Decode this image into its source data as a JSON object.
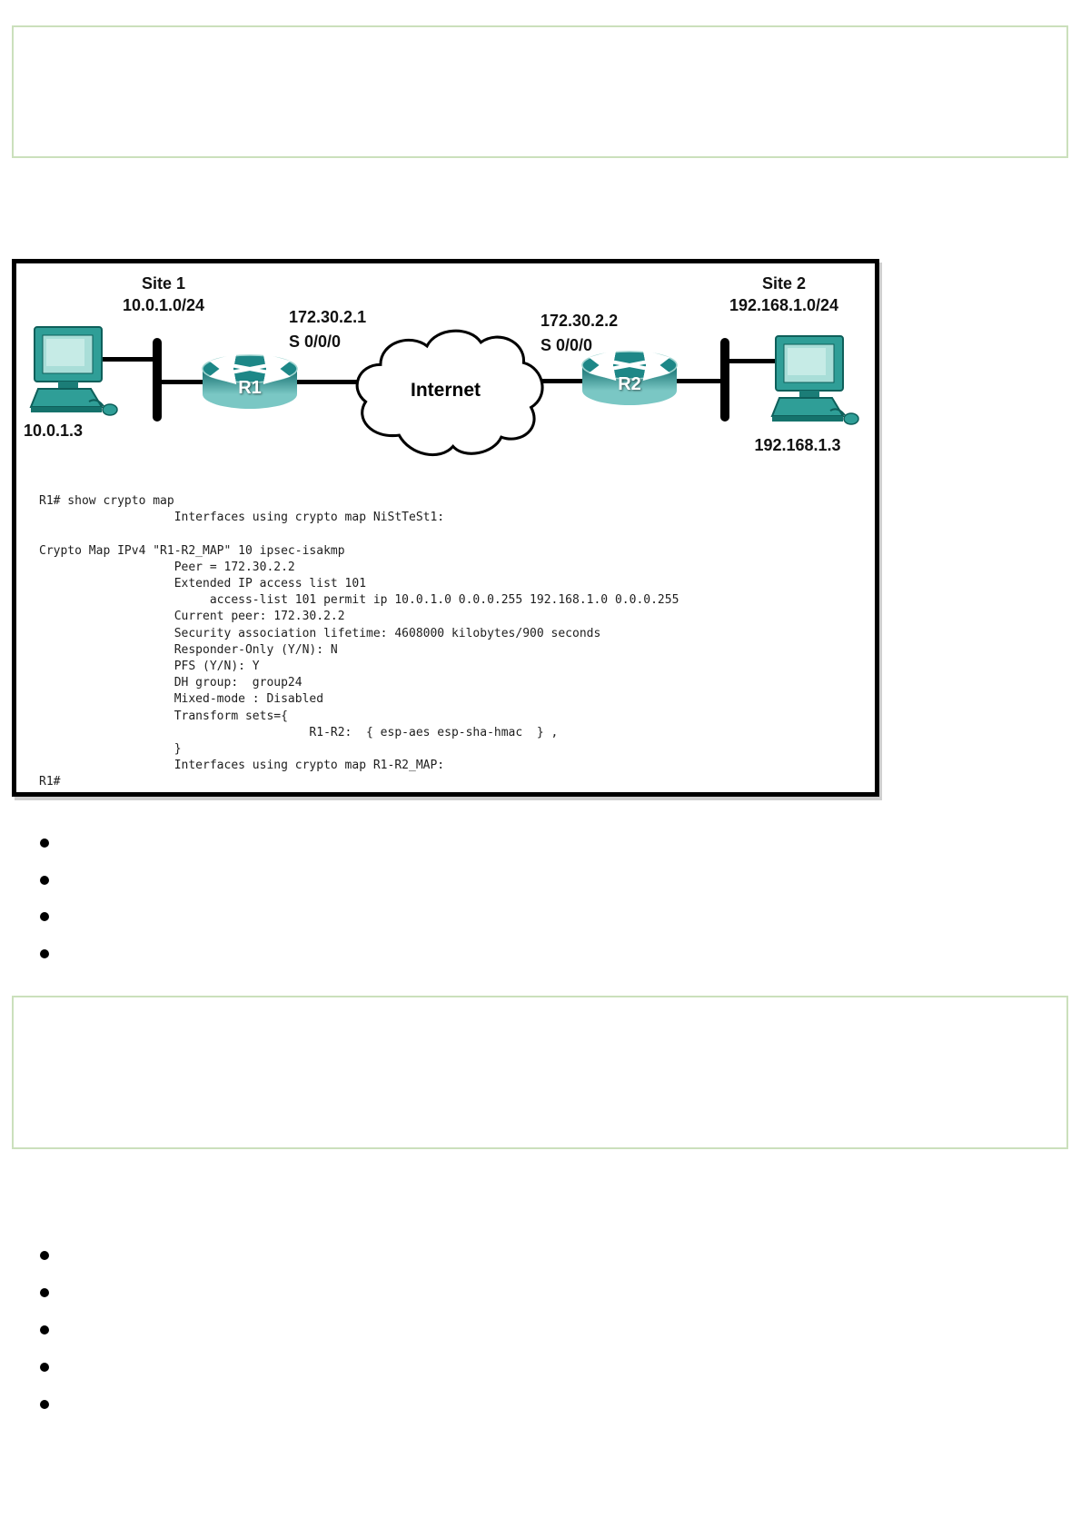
{
  "diagram": {
    "site1": {
      "title": "Site 1",
      "subnet": "10.0.1.0/24"
    },
    "site2": {
      "title": "Site 2",
      "subnet": "192.168.1.0/24"
    },
    "pc1": {
      "ip": "10.0.1.3"
    },
    "pc2": {
      "ip": "192.168.1.3"
    },
    "r1": {
      "label": "R1",
      "wan_ip": "172.30.2.1",
      "wan_interface": "S 0/0/0"
    },
    "r2": {
      "label": "R2",
      "wan_ip": "172.30.2.2",
      "wan_interface": "S 0/0/0"
    },
    "cloud": {
      "label": "Internet"
    },
    "colors": {
      "device_teal": "#1f8a84",
      "line_black": "#000000",
      "border_black": "#000000"
    }
  },
  "console": {
    "lines": [
      "R1# show crypto map",
      "                   Interfaces using crypto map NiStTeSt1:",
      "",
      "Crypto Map IPv4 \"R1-R2_MAP\" 10 ipsec-isakmp",
      "                   Peer = 172.30.2.2",
      "                   Extended IP access list 101",
      "                        access-list 101 permit ip 10.0.1.0 0.0.0.255 192.168.1.0 0.0.0.255",
      "                   Current peer: 172.30.2.2",
      "                   Security association lifetime: 4608000 kilobytes/900 seconds",
      "                   Responder-Only (Y/N): N",
      "                   PFS (Y/N): Y",
      "                   DH group:  group24",
      "                   Mixed-mode : Disabled",
      "                   Transform sets={",
      "                                      R1-R2:  { esp-aes esp-sha-hmac  } ,",
      "                   }",
      "                   Interfaces using crypto map R1-R2_MAP:",
      "R1#"
    ]
  },
  "question1": {
    "options": [
      "",
      "",
      "",
      ""
    ]
  },
  "question2": {
    "options": [
      "",
      "",
      "",
      "",
      ""
    ]
  },
  "panels": {
    "answer_border_color": "#cbe0bc"
  }
}
